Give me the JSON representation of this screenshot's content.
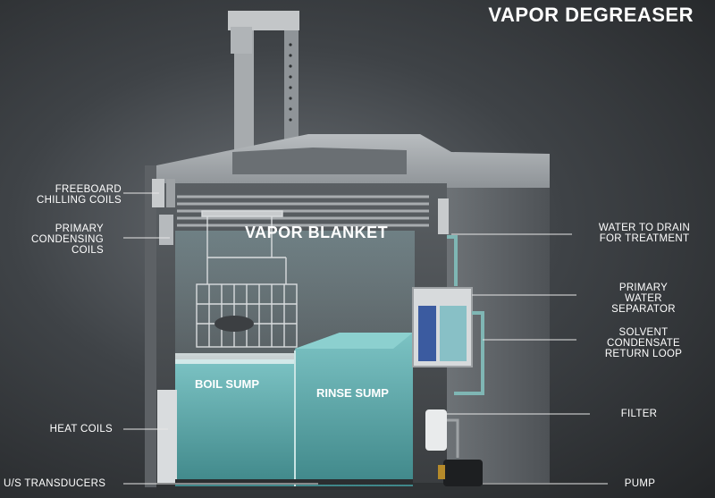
{
  "title": "VAPOR DEGREASER",
  "inner_labels": {
    "vapor_blanket": "VAPOR BLANKET",
    "boil_sump": "BOIL SUMP",
    "rinse_sump": "RINSE SUMP"
  },
  "callouts_left": {
    "freeboard_chilling_coils": "FREEBOARD\nCHILLING COILS",
    "primary_condensing_coils": "PRIMARY\nCONDENSING\nCOILS",
    "heat_coils": "HEAT COILS",
    "us_transducers": "U/S TRANSDUCERS"
  },
  "callouts_right": {
    "water_to_drain": "WATER TO DRAIN\nFOR TREATMENT",
    "primary_water_separator": "PRIMARY\nWATER\nSEPARATOR",
    "solvent_condensate_return_loop": "SOLVENT\nCONDENSATE\nRETURN LOOP",
    "filter": "FILTER",
    "pump": "PUMP"
  },
  "colors": {
    "background": "#3f4347",
    "metal": "#9fa4a8",
    "liquid": "#5fa9ad",
    "text": "#ffffff"
  }
}
